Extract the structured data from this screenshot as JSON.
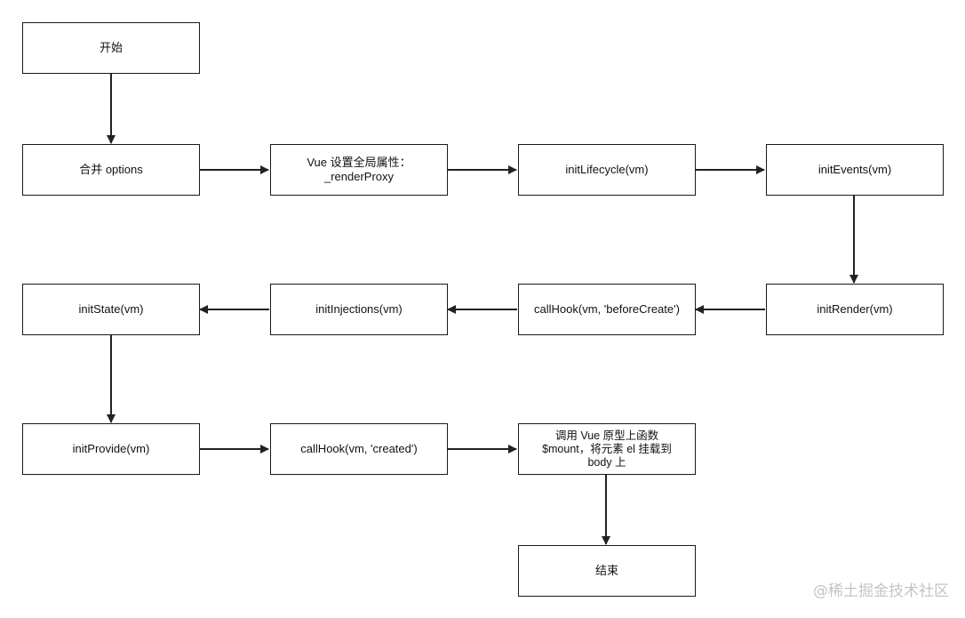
{
  "nodes": {
    "start": "开始",
    "merge_options": "合并 options",
    "render_proxy": "Vue 设置全局属性：\n_renderProxy",
    "init_lifecycle": "initLifecycle(vm)",
    "init_events": "initEvents(vm)",
    "init_render": "initRender(vm)",
    "call_before_create": "callHook(vm, 'beforeCreate')",
    "init_injections": "initInjections(vm)",
    "init_state": "initState(vm)",
    "init_provide": "initProvide(vm)",
    "call_created": "callHook(vm, 'created')",
    "mount": "调用 Vue 原型上函数\n$mount，将元素 el 挂载到\nbody 上",
    "end": "结束"
  },
  "watermark": "@稀土掘金技术社区",
  "colors": {
    "border": "#1a1a1a",
    "arrow": "#222222",
    "watermark": "#c4c4c4"
  }
}
